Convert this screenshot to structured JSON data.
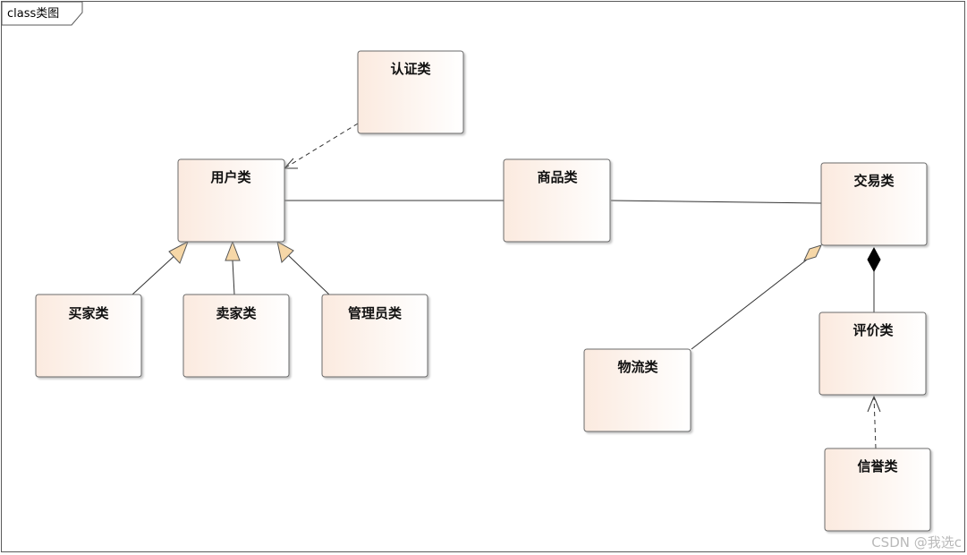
{
  "frame": {
    "label": "class类图"
  },
  "classes": {
    "auth": "认证类",
    "user": "用户类",
    "buyer": "买家类",
    "seller": "卖家类",
    "admin": "管理员类",
    "product": "商品类",
    "transaction": "交易类",
    "logistics": "物流类",
    "review": "评价类",
    "credit": "信誉类"
  },
  "watermark": "CSDN @我选c",
  "colors": {
    "box_fill_start": "#fbeee4",
    "box_fill_end": "#ffffff",
    "generalization_fill": "#f6d7a7",
    "aggregation_fill": "#f6d7a7"
  }
}
